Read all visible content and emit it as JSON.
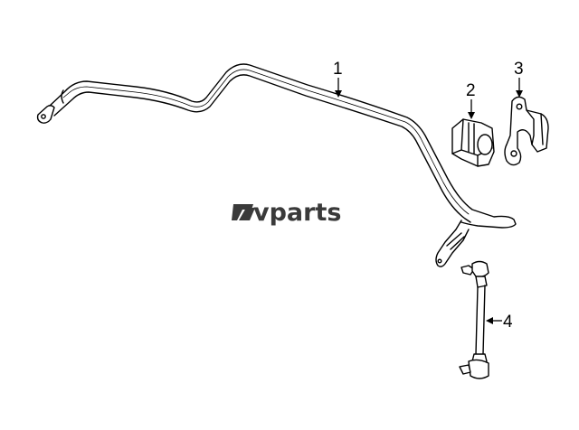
{
  "brand": {
    "logo_text": "vparts",
    "logo_mark": "lv-monogram",
    "logo_color": "#3a3a3a"
  },
  "callouts": [
    {
      "id": "1",
      "label": "1"
    },
    {
      "id": "2",
      "label": "2"
    },
    {
      "id": "3",
      "label": "3"
    },
    {
      "id": "4",
      "label": "4"
    }
  ],
  "colors": {
    "line": "#000000",
    "background": "#ffffff"
  }
}
